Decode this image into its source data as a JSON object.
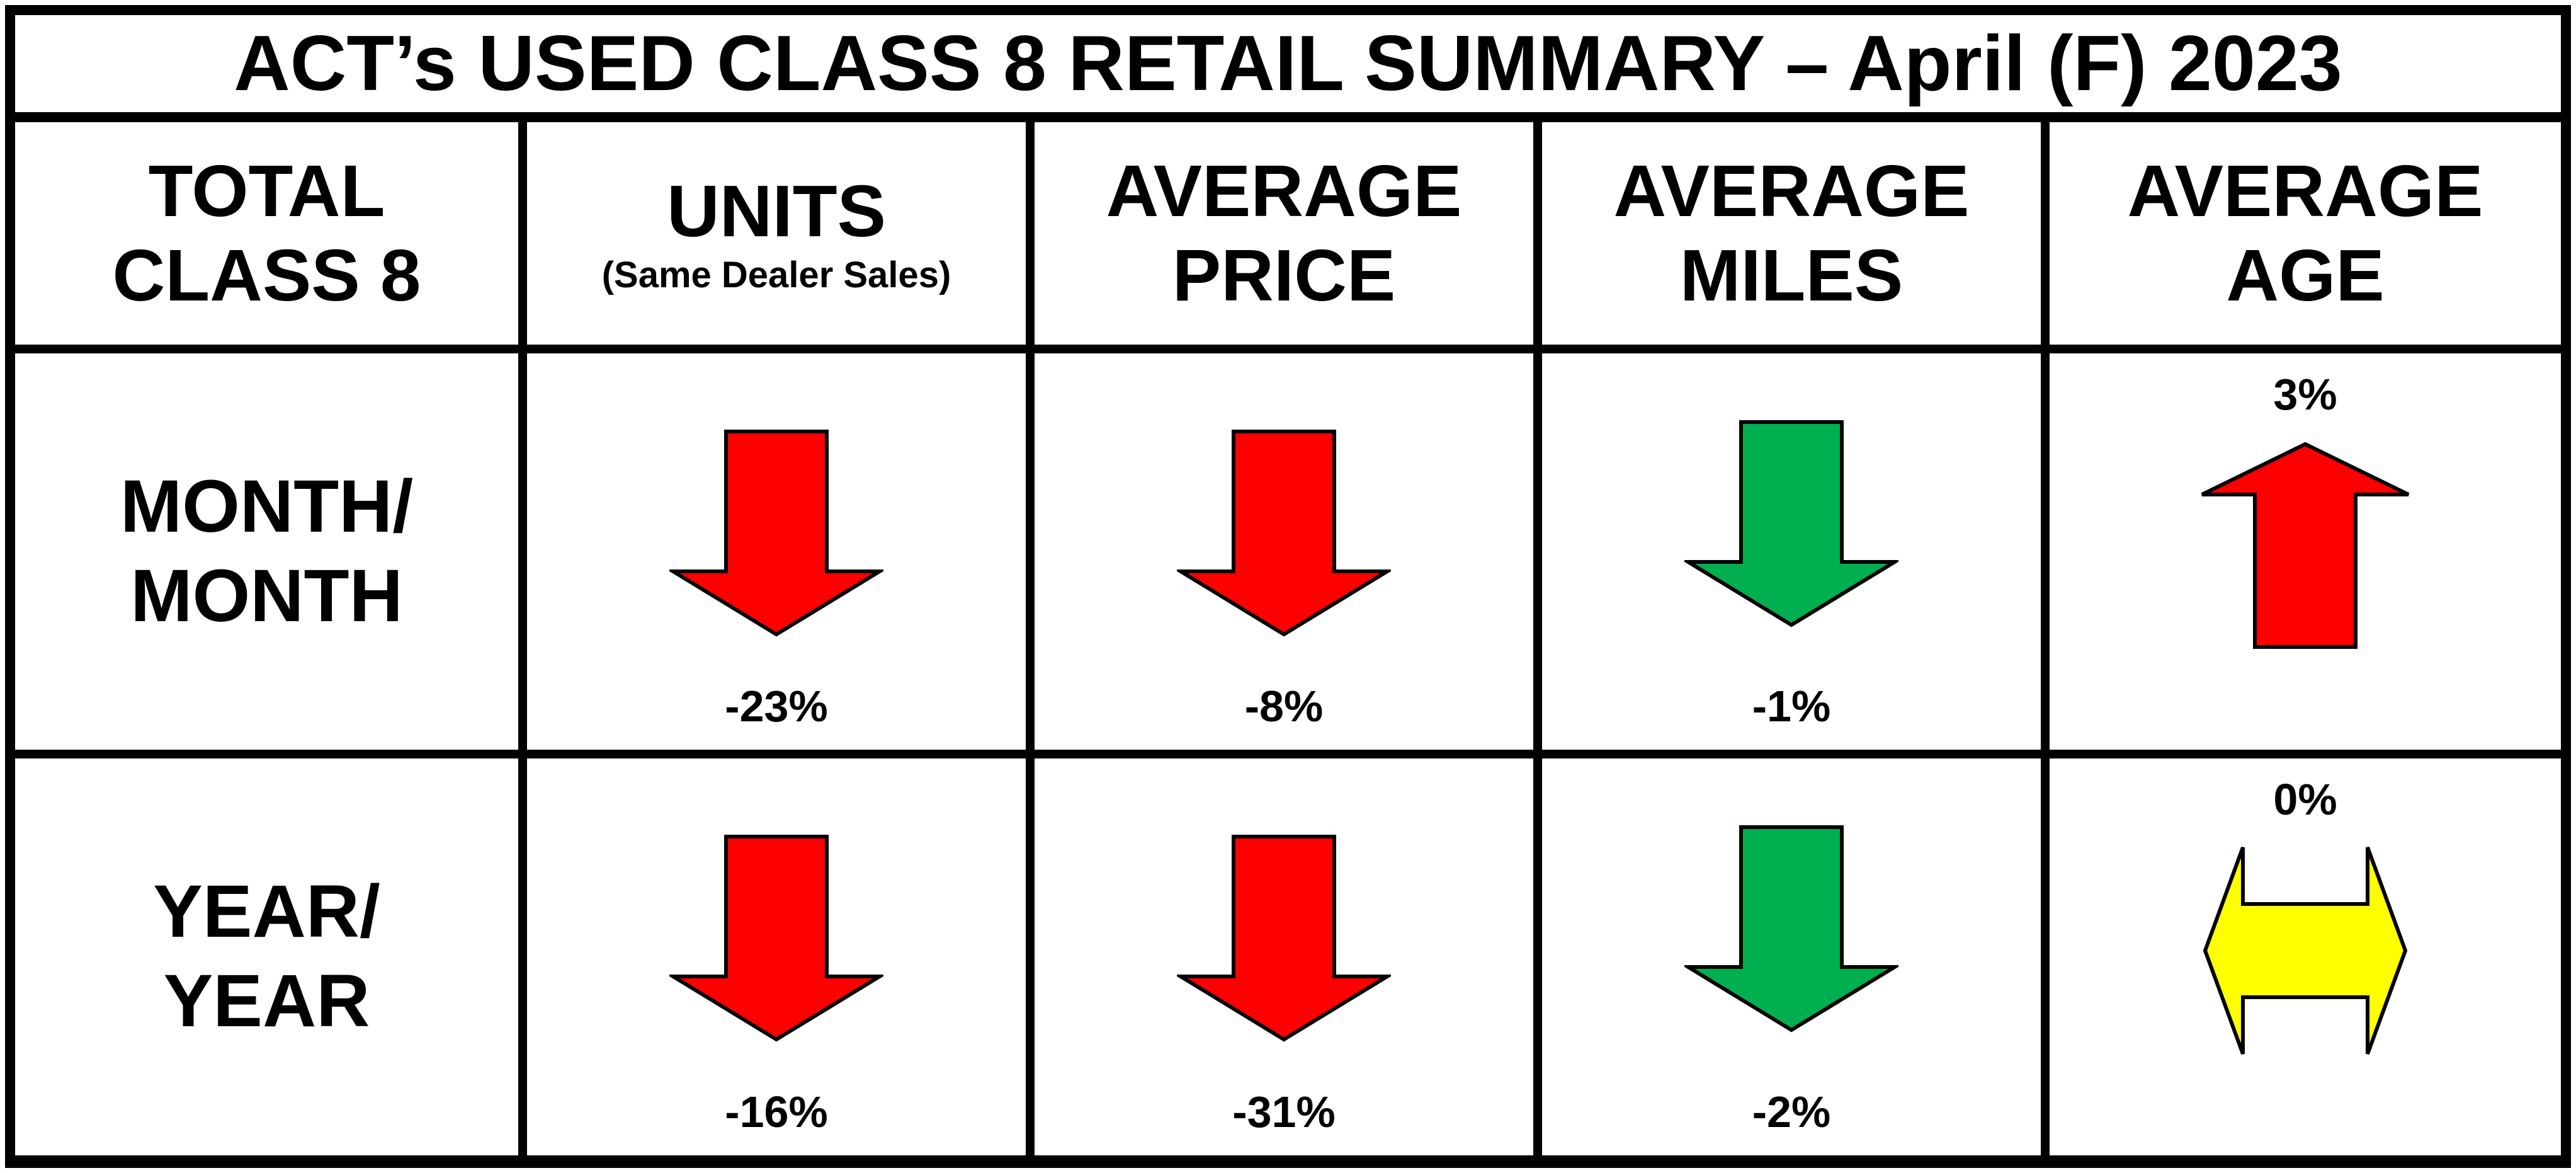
{
  "title": "ACT’s USED CLASS 8 RETAIL SUMMARY – April (F) 2023",
  "headers": {
    "corner": [
      "TOTAL",
      "CLASS 8"
    ],
    "units": {
      "label": "UNITS",
      "sublabel": "(Same Dealer Sales)"
    },
    "price": [
      "AVERAGE",
      "PRICE"
    ],
    "miles": [
      "AVERAGE",
      "MILES"
    ],
    "age": [
      "AVERAGE",
      "AGE"
    ]
  },
  "rows": [
    {
      "label": [
        "MONTH/",
        "MONTH"
      ],
      "cells": [
        {
          "value": "-23%",
          "direction": "down",
          "icon": "down-arrow-icon",
          "color": "#ff0000"
        },
        {
          "value": "-8%",
          "direction": "down",
          "icon": "down-arrow-icon",
          "color": "#ff0000"
        },
        {
          "value": "-1%",
          "direction": "down",
          "icon": "down-arrow-icon",
          "color": "#00b050"
        },
        {
          "value": "3%",
          "direction": "up",
          "icon": "up-arrow-icon",
          "color": "#ff0000"
        }
      ]
    },
    {
      "label": [
        "YEAR/",
        "YEAR"
      ],
      "cells": [
        {
          "value": "-16%",
          "direction": "down",
          "icon": "down-arrow-icon",
          "color": "#ff0000"
        },
        {
          "value": "-31%",
          "direction": "down",
          "icon": "down-arrow-icon",
          "color": "#ff0000"
        },
        {
          "value": "-2%",
          "direction": "down",
          "icon": "down-arrow-icon",
          "color": "#00b050"
        },
        {
          "value": "0%",
          "direction": "flat",
          "icon": "left-right-arrow-icon",
          "color": "#ffff00"
        }
      ]
    }
  ]
}
